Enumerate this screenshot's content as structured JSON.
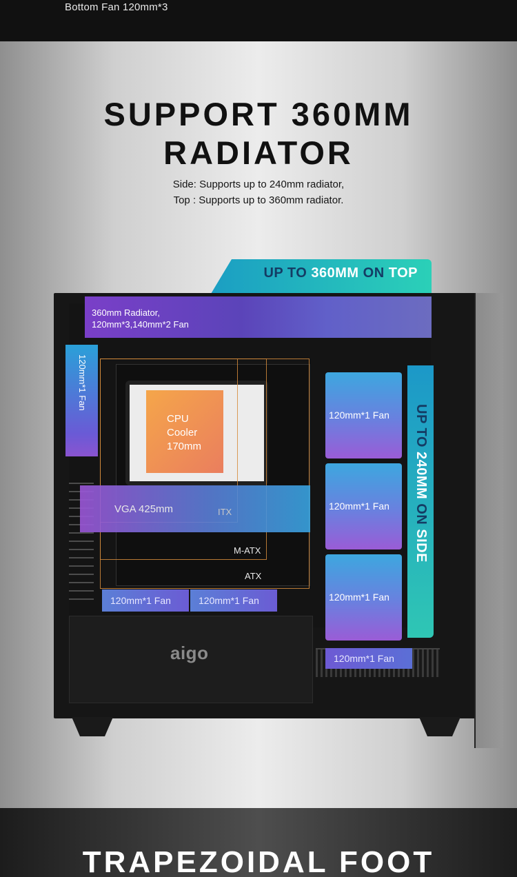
{
  "header": {
    "spec_line": "Bottom Fan  120mm*3"
  },
  "hero": {
    "title_line1": "SUPPORT 360MM",
    "title_line2": "RADIATOR",
    "subtitle_line1": "Side: Supports up to 240mm radiator,",
    "subtitle_line2": "Top : Supports up to 360mm radiator."
  },
  "badge_top": {
    "part1": "UP TO ",
    "part2": "360MM",
    "part3": " ON ",
    "part4": "TOP"
  },
  "badge_side": {
    "part1": "UP TO ",
    "part2": "240MM",
    "part3": " ON ",
    "part4": "SIDE"
  },
  "case": {
    "top_radiator_line1": "360mm Radiator,",
    "top_radiator_line2": "120mm*3,140mm*2 Fan",
    "rear_fan": "120mm*1 Fan",
    "cpu_cooler_line1": "CPU",
    "cpu_cooler_line2": "Cooler",
    "cpu_cooler_line3": "170mm",
    "vga": "VGA 425mm",
    "itx": "ITX",
    "matx": "M-ATX",
    "atx": "ATX",
    "side_fans": [
      "120mm*1 Fan",
      "120mm*1 Fan",
      "120mm*1 Fan"
    ],
    "bottom_fans": [
      "120mm*1 Fan",
      "120mm*1 Fan"
    ],
    "psu_fan": "120mm*1 Fan",
    "brand_logo": "aigo"
  },
  "footer": {
    "title": "TRAPEZOIDAL FOOT"
  },
  "colors": {
    "accent_teal": "#2bd0b8",
    "accent_blue": "#1b9ec3",
    "radiator_purple": "#7a3fc8",
    "cpu_orange": "#f5a64a"
  }
}
